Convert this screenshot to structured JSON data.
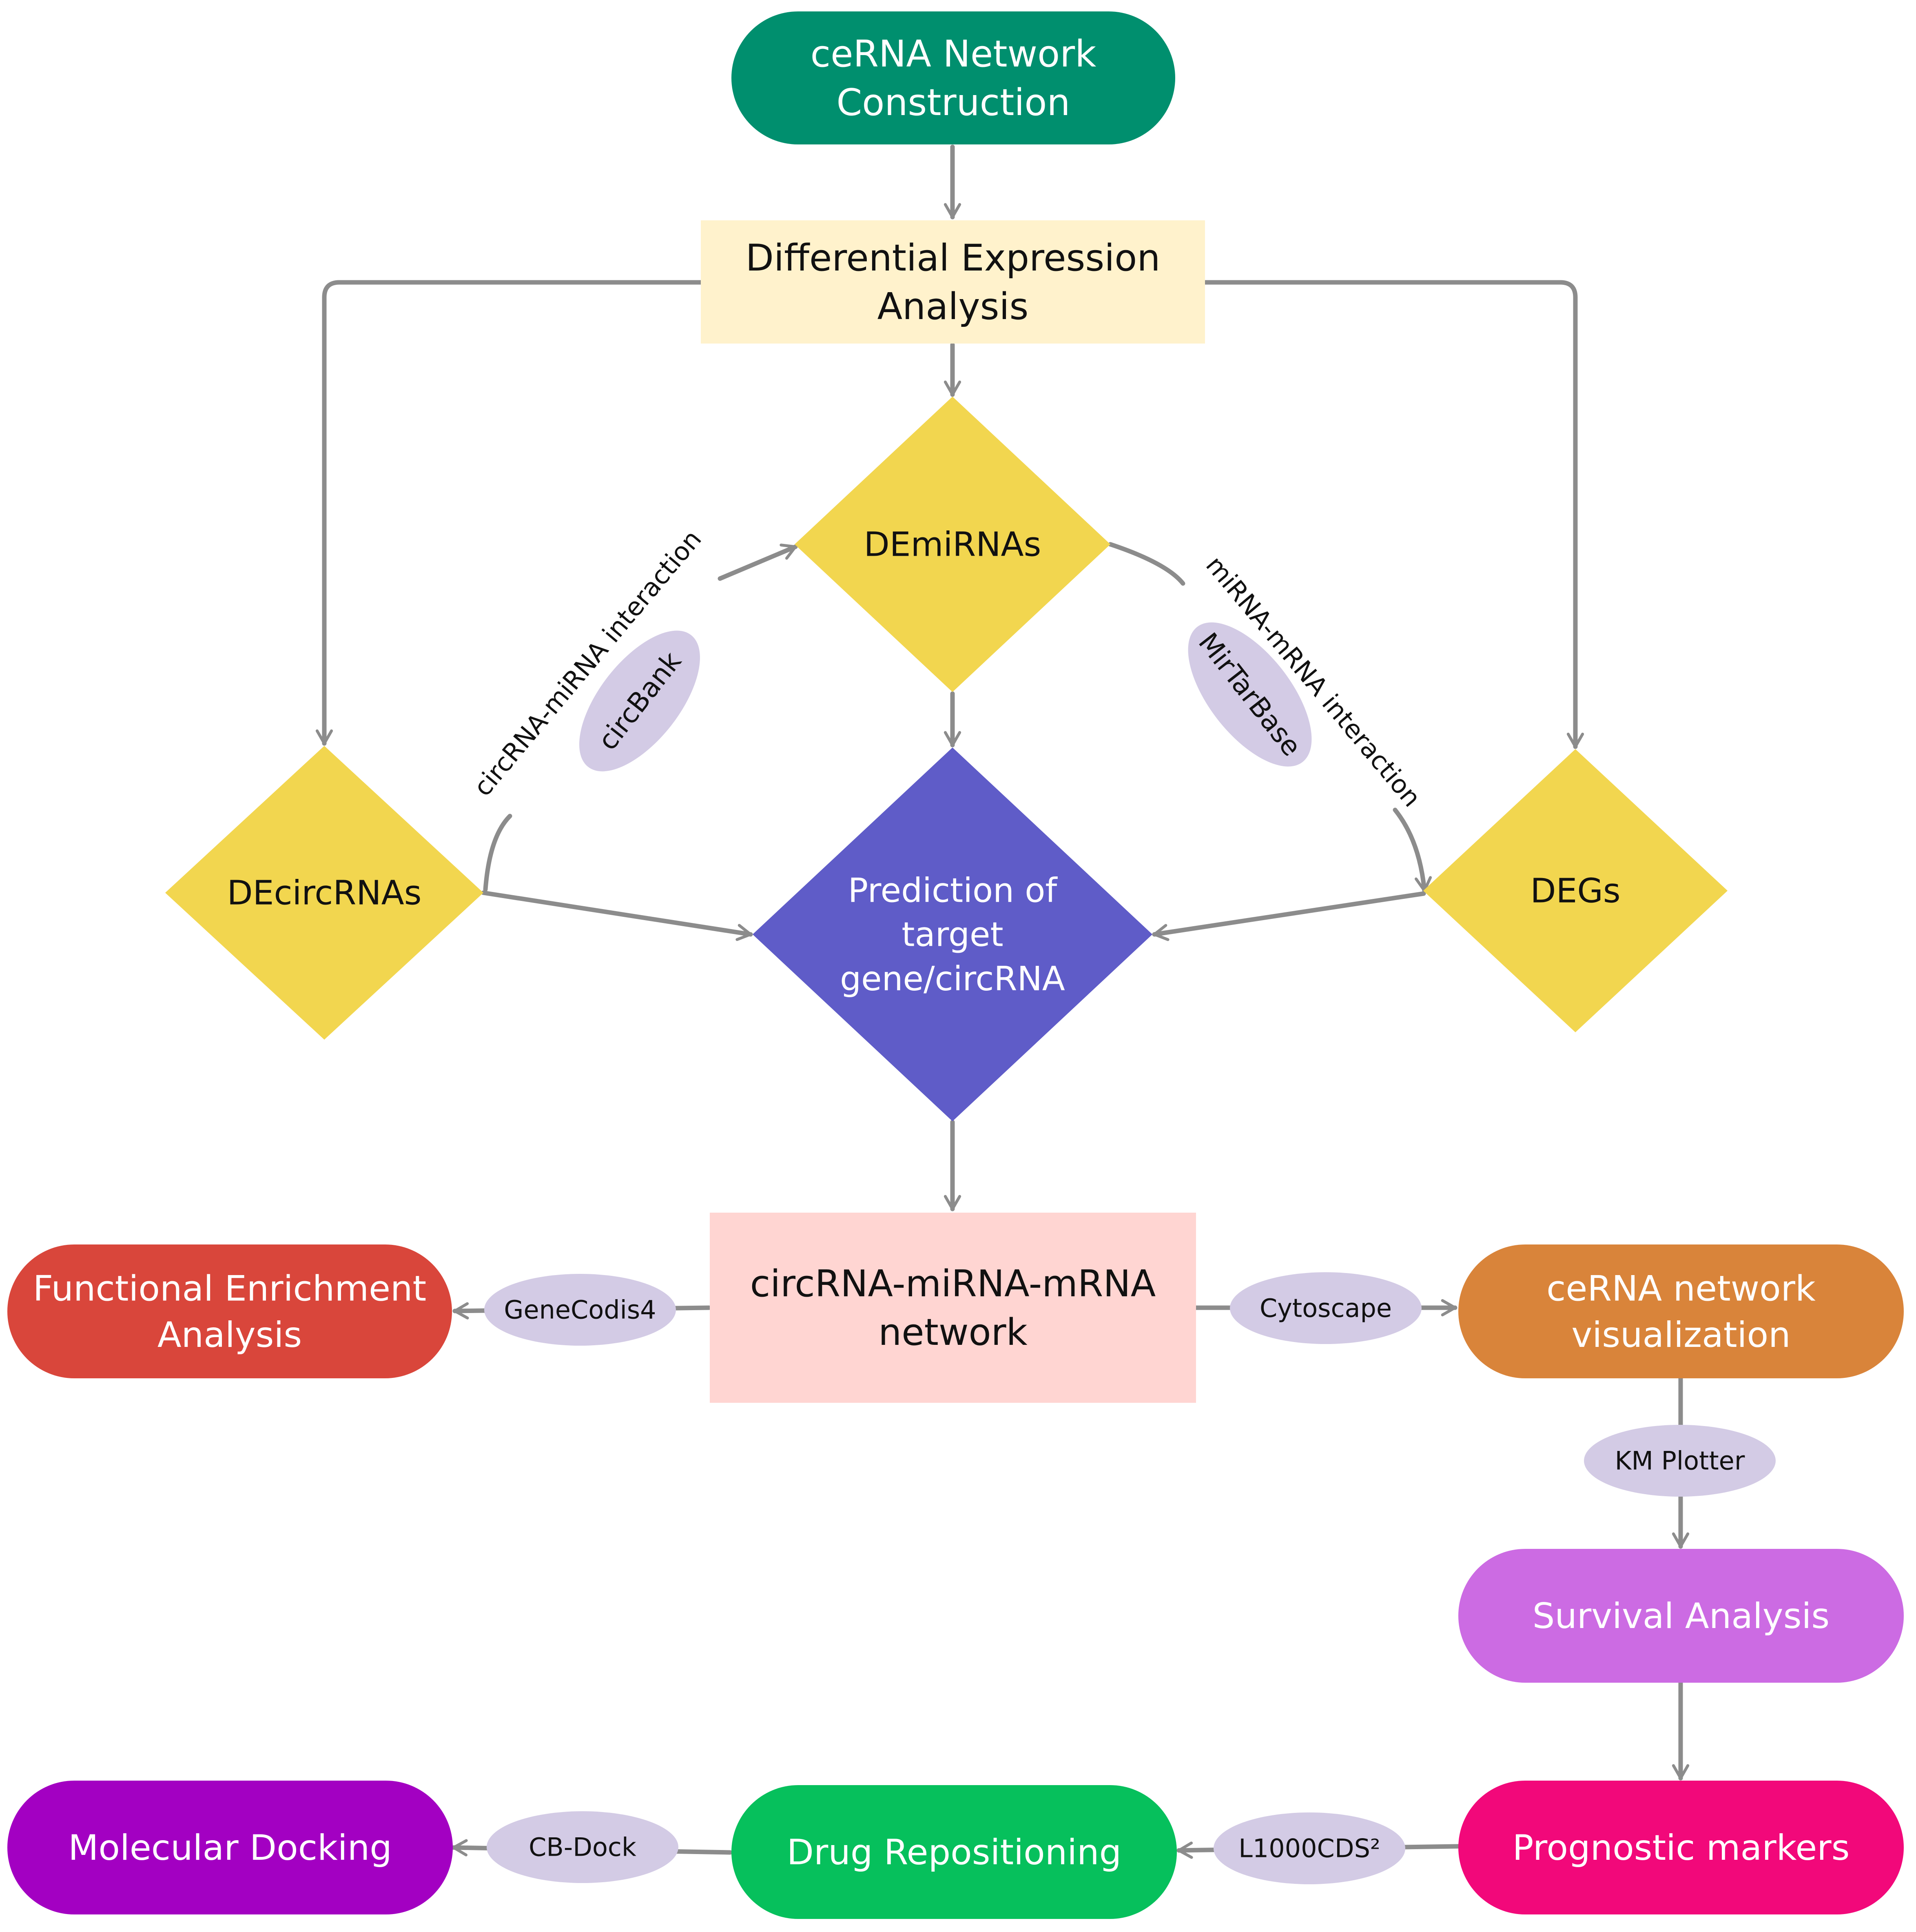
{
  "nodes": {
    "cerna_construction": {
      "lines": [
        "ceRNA Network",
        "Construction"
      ],
      "fill": "#008F6E",
      "text_color": "#FFFFFF"
    },
    "differential_expression": {
      "lines": [
        "Differential Expression",
        "Analysis"
      ],
      "fill": "#FFF2CC",
      "text_color": "#111111"
    },
    "demirnas": {
      "lines": [
        "DEmiRNAs"
      ],
      "fill": "#F2D64F",
      "text_color": "#111111"
    },
    "decircrnas": {
      "lines": [
        "DEcircRNAs"
      ],
      "fill": "#F2D64F",
      "text_color": "#111111"
    },
    "degs": {
      "lines": [
        "DEGs"
      ],
      "fill": "#F2D64F",
      "text_color": "#111111"
    },
    "prediction": {
      "lines": [
        "Prediction of",
        "target",
        "gene/circRNA"
      ],
      "fill": "#5F5CC8",
      "text_color": "#FFFFFF"
    },
    "network": {
      "lines": [
        "circRNA-miRNA-mRNA",
        "network"
      ],
      "fill": "#FFD5D2",
      "text_color": "#111111"
    },
    "functional_enrichment": {
      "lines": [
        "Functional Enrichment",
        "Analysis"
      ],
      "fill": "#D9463B",
      "text_color": "#FFFFFF"
    },
    "network_visualization": {
      "lines": [
        "ceRNA network",
        "visualization"
      ],
      "fill": "#D9843A",
      "text_color": "#FFFFFF"
    },
    "survival_analysis": {
      "lines": [
        "Survival Analysis"
      ],
      "fill": "#CC6BE3",
      "text_color": "#FFFFFF"
    },
    "prognostic_markers": {
      "lines": [
        "Prognostic markers"
      ],
      "fill": "#F2087A",
      "text_color": "#FFFFFF"
    },
    "drug_repositioning": {
      "lines": [
        "Drug Repositioning"
      ],
      "fill": "#06C05C",
      "text_color": "#FFFFFF"
    },
    "molecular_docking": {
      "lines": [
        "Molecular Docking"
      ],
      "fill": "#A300C2",
      "text_color": "#FFFFFF"
    }
  },
  "tools": {
    "circbank": "circBank",
    "mirtarbase": "MirTarBase",
    "genecodis4": "GeneCodis4",
    "cytoscape": "Cytoscape",
    "km_plotter": "KM Plotter",
    "l1000cds2": "L1000CDS²",
    "cb_dock": "CB-Dock",
    "tool_fill": "#D3CBE5"
  },
  "edge_labels": {
    "circrna_mirna": "circRNA-miRNA interaction",
    "mirna_mrna": "miRNA-mRNA interaction"
  },
  "edge_color": "#8C8C8C"
}
